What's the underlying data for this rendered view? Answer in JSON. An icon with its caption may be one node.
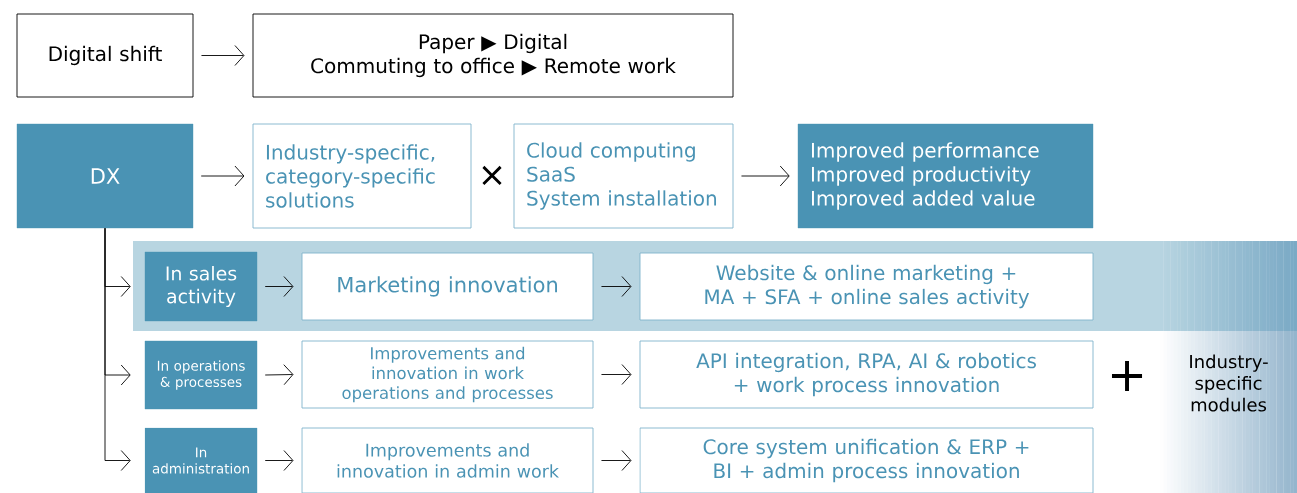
{
  "diagram": {
    "nodes": [
      {
        "text": [
          "Digital shift"
        ]
      },
      {
        "text": [
          "Paper ▶ Digital",
          "Commuting to office ▶ Remote work"
        ]
      },
      {
        "text": [
          "DX"
        ]
      },
      {
        "text": [
          "Industry-specific, category-specific solutions"
        ]
      },
      {
        "text": [
          "Cloud computing",
          "SaaS",
          "System installation"
        ]
      },
      {
        "text": [
          "Improved performance",
          "Improved productivity",
          "Improved added value"
        ]
      },
      {
        "text": [
          "In sales activity"
        ]
      },
      {
        "text": [
          "Marketing innovation"
        ]
      },
      {
        "text": [
          "Website & online marketing + MA + SFA + online sales activity"
        ]
      },
      {
        "text": [
          "In operations & processes"
        ]
      },
      {
        "text": [
          "Improvements and innovation in work operations and processes"
        ]
      },
      {
        "text": [
          "API integration, RPA, AI & robotics + work process innovation"
        ]
      },
      {
        "text": [
          "In administration"
        ]
      },
      {
        "text": [
          "Improvements and innovation in admin work"
        ]
      },
      {
        "text": [
          "Core system unification & ERP + BI + admin process innovation"
        ]
      },
      {
        "text": [
          "Industry-specific modules"
        ]
      }
    ],
    "edges": [
      {
        "from": 0,
        "to": 1,
        "arrow": "to"
      },
      {
        "from": 2,
        "to": 3,
        "arrow": "to"
      },
      {
        "from": 4,
        "to": 5,
        "arrow": "to"
      },
      {
        "from": 2,
        "to": 6,
        "arrow": "to"
      },
      {
        "from": 2,
        "to": 9,
        "arrow": "to"
      },
      {
        "from": 2,
        "to": 12,
        "arrow": "to"
      },
      {
        "from": 6,
        "to": 7,
        "arrow": "to"
      },
      {
        "from": 7,
        "to": 8,
        "arrow": "to"
      },
      {
        "from": 9,
        "to": 10,
        "arrow": "to"
      },
      {
        "from": 10,
        "to": 11,
        "arrow": "to"
      },
      {
        "from": 12,
        "to": 13,
        "arrow": "to"
      },
      {
        "from": 13,
        "to": 14,
        "arrow": "to"
      }
    ],
    "labels": [
      "×",
      "+"
    ]
  }
}
